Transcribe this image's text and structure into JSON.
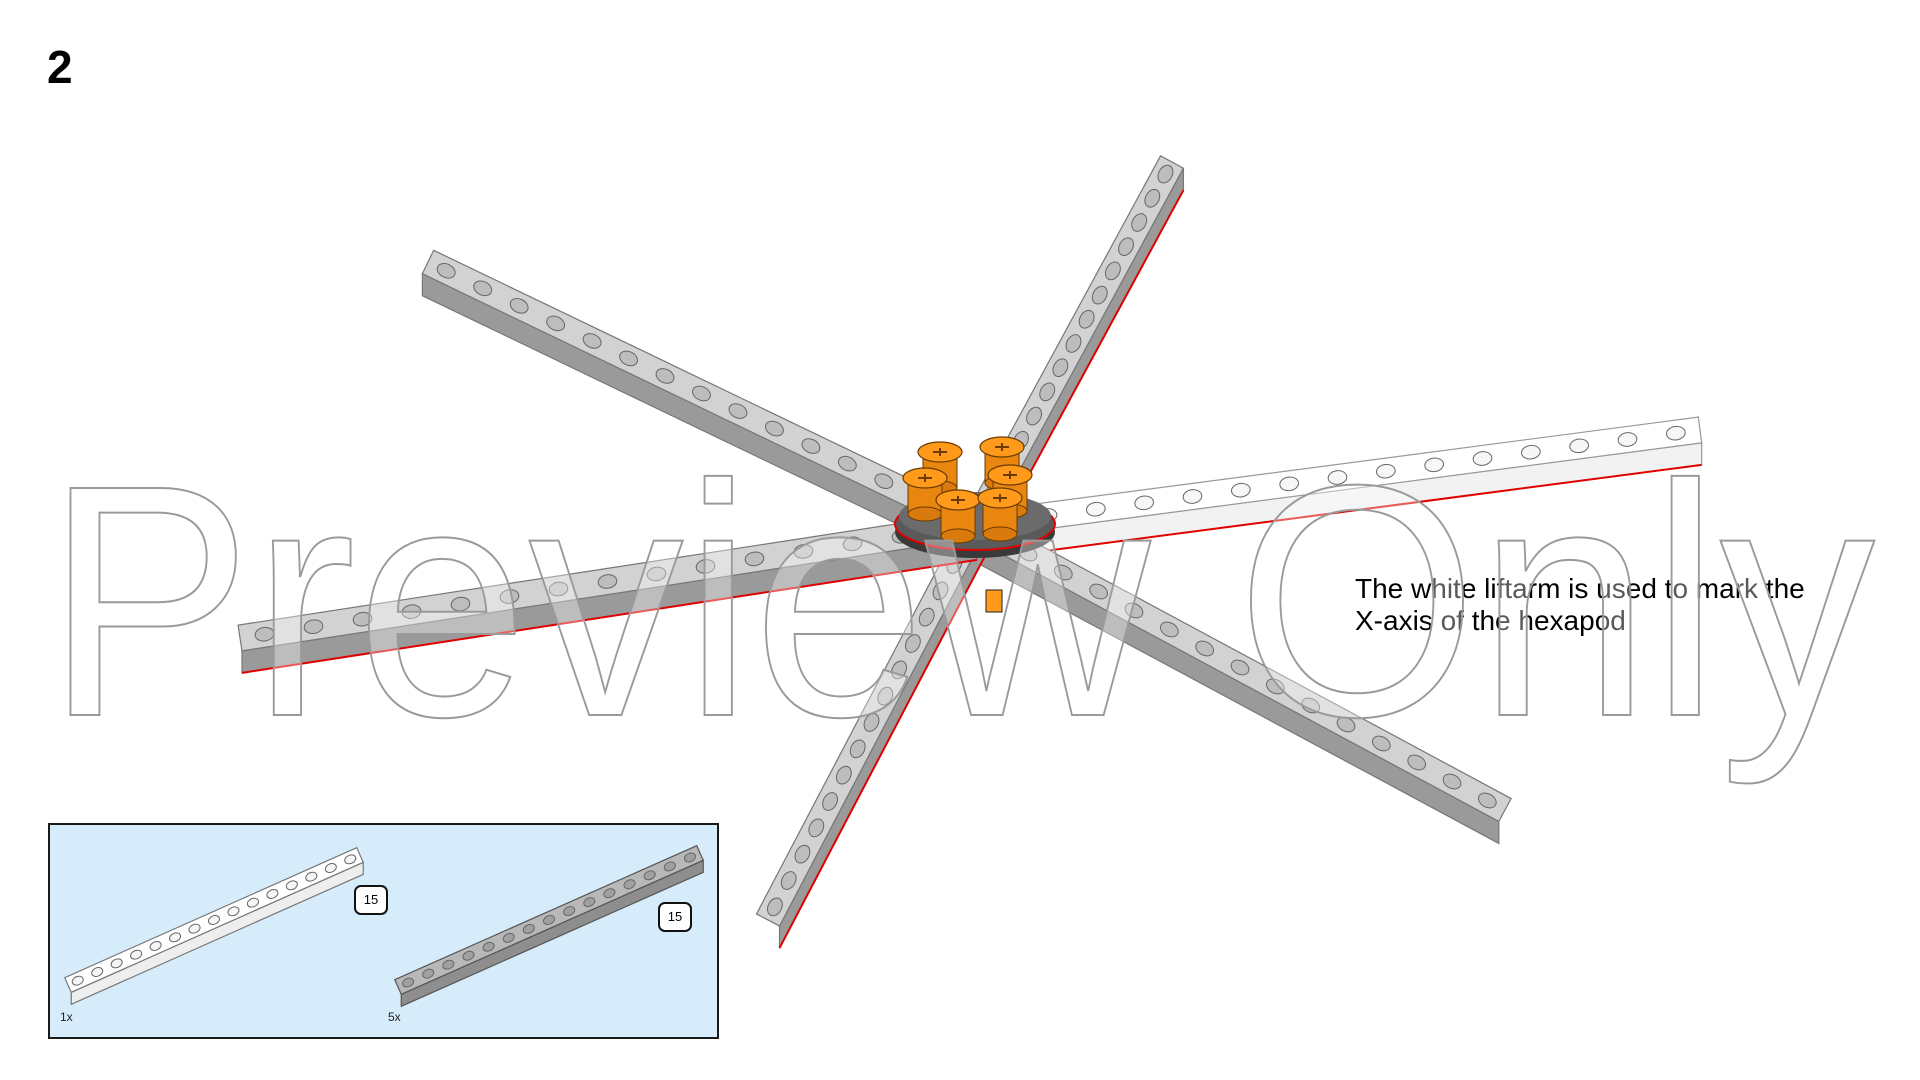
{
  "step": {
    "number": "2"
  },
  "callout": {
    "line1": "The white liftarm is used to mark the",
    "line2": "X-axis of the hexapod"
  },
  "watermark": {
    "text": "Preview Only"
  },
  "parts_list": {
    "items": [
      {
        "part": "liftarm-15-white",
        "color": "#ffffff",
        "quantity": "1x",
        "length_badge": "15"
      },
      {
        "part": "liftarm-15-gray",
        "color": "#a8a8a8",
        "quantity": "5x",
        "length_badge": "15"
      }
    ]
  },
  "colors": {
    "background": "#ffffff",
    "liftarm_gray": "#c8c8c8",
    "liftarm_gray_dark": "#9a9a9a",
    "liftarm_white": "#ffffff",
    "highlight": "#e00000",
    "pin_orange": "#ff9a1a",
    "parts_panel": "#d6ecfb"
  },
  "icons": [
    "liftarm-icon",
    "pin-icon",
    "hub-icon"
  ]
}
